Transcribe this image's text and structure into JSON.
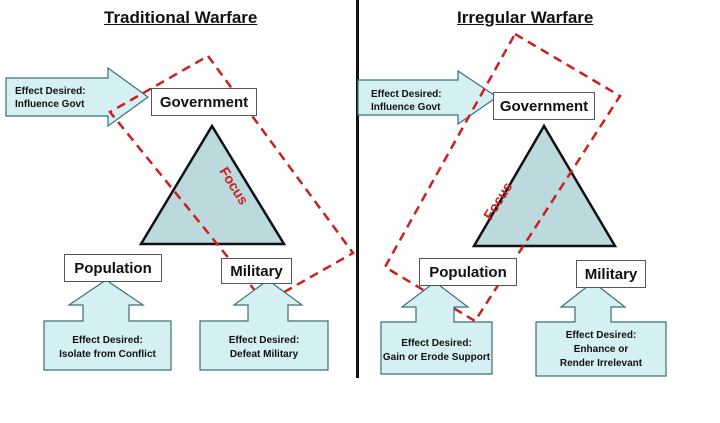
{
  "left_panel": {
    "title": "Traditional Warfare",
    "nodes": {
      "top": "Government",
      "left": "Population",
      "right": "Military"
    },
    "focus_label": "Focus",
    "effects": {
      "top_line1": "Effect Desired:",
      "top_line2": "Influence Govt",
      "population_line1": "Effect Desired:",
      "population_line2": "Isolate from Conflict",
      "military_line1": "Effect Desired:",
      "military_line2": "Defeat Military"
    }
  },
  "right_panel": {
    "title": "Irregular Warfare",
    "nodes": {
      "top": "Government",
      "left": "Population",
      "right": "Military"
    },
    "focus_label": "Focus",
    "effects": {
      "top_line1": "Effect Desired:",
      "top_line2": "Influence Govt",
      "population_line1": "Effect Desired:",
      "population_line2": "Gain or Erode Support",
      "military_line1": "Effect Desired:",
      "military_line2": "Enhance or",
      "military_line3": "Render Irrelevant"
    }
  },
  "colors": {
    "arrow_fill": "#d5f0f3",
    "arrow_stroke": "#3a6f78",
    "triangle_fill": "#bcd9de",
    "focus_red": "#cc1f1f"
  }
}
